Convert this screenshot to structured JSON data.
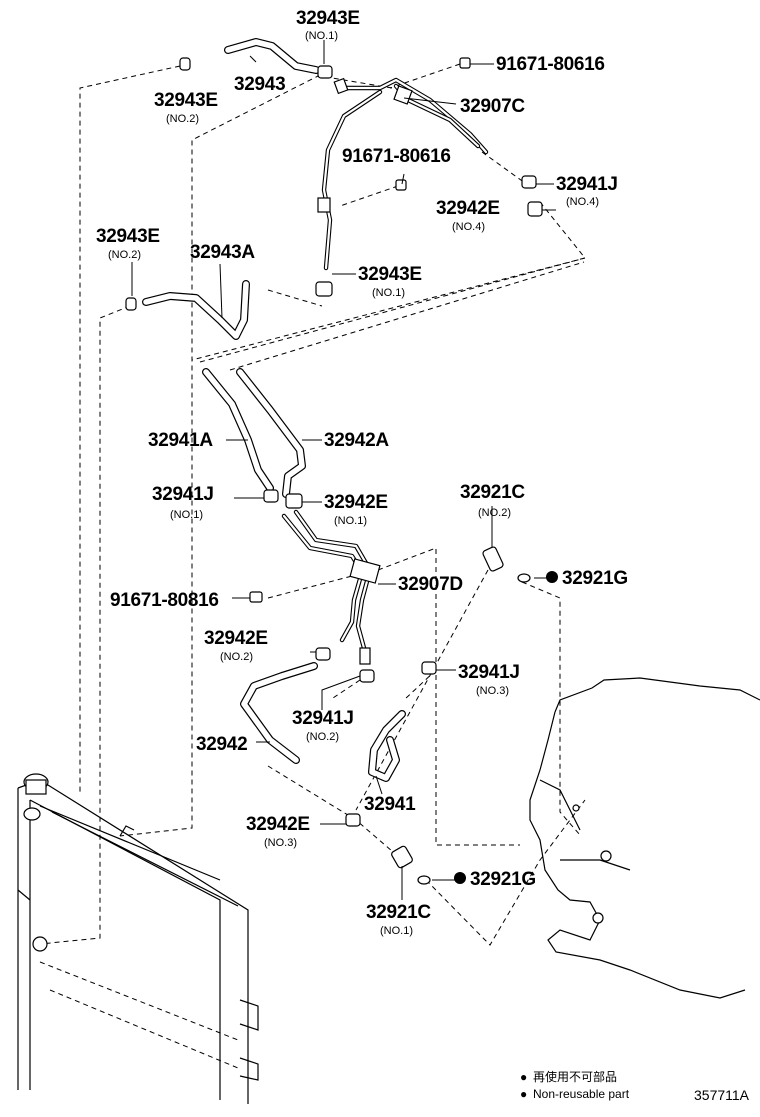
{
  "diagram_id": "357711A",
  "legend": {
    "marker": "●",
    "text_jp": "再使用不可部品",
    "text_en": "Non-reusable part"
  },
  "labels": {
    "l01": {
      "part": "32943E",
      "sub": "(NO.1)"
    },
    "l02": {
      "part": "32943",
      "sub": ""
    },
    "l03": {
      "part": "32943E",
      "sub": "(NO.2)"
    },
    "l04": {
      "part": "91671-80616",
      "sub": ""
    },
    "l05": {
      "part": "32907C",
      "sub": ""
    },
    "l06": {
      "part": "91671-80616",
      "sub": ""
    },
    "l07": {
      "part": "32941J",
      "sub": "(NO.4)"
    },
    "l08": {
      "part": "32942E",
      "sub": "(NO.4)"
    },
    "l09": {
      "part": "32943E",
      "sub": "(NO.2)"
    },
    "l10": {
      "part": "32943A",
      "sub": ""
    },
    "l11": {
      "part": "32943E",
      "sub": "(NO.1)"
    },
    "l12": {
      "part": "32941A",
      "sub": ""
    },
    "l13": {
      "part": "32942A",
      "sub": ""
    },
    "l14": {
      "part": "32941J",
      "sub": "(NO.1)"
    },
    "l15": {
      "part": "32942E",
      "sub": "(NO.1)"
    },
    "l16": {
      "part": "32921C",
      "sub": "(NO.2)"
    },
    "l17": {
      "part": "32921G",
      "sub": "",
      "non_reusable": true
    },
    "l18": {
      "part": "32907D",
      "sub": ""
    },
    "l19": {
      "part": "91671-80816",
      "sub": ""
    },
    "l20": {
      "part": "32942E",
      "sub": "(NO.2)"
    },
    "l21": {
      "part": "32941J",
      "sub": "(NO.3)"
    },
    "l22": {
      "part": "32941J",
      "sub": "(NO.2)"
    },
    "l23": {
      "part": "32942",
      "sub": ""
    },
    "l24": {
      "part": "32941",
      "sub": ""
    },
    "l25": {
      "part": "32942E",
      "sub": "(NO.3)"
    },
    "l26": {
      "part": "32921G",
      "sub": "",
      "non_reusable": true
    },
    "l27": {
      "part": "32921C",
      "sub": "(NO.1)"
    }
  }
}
